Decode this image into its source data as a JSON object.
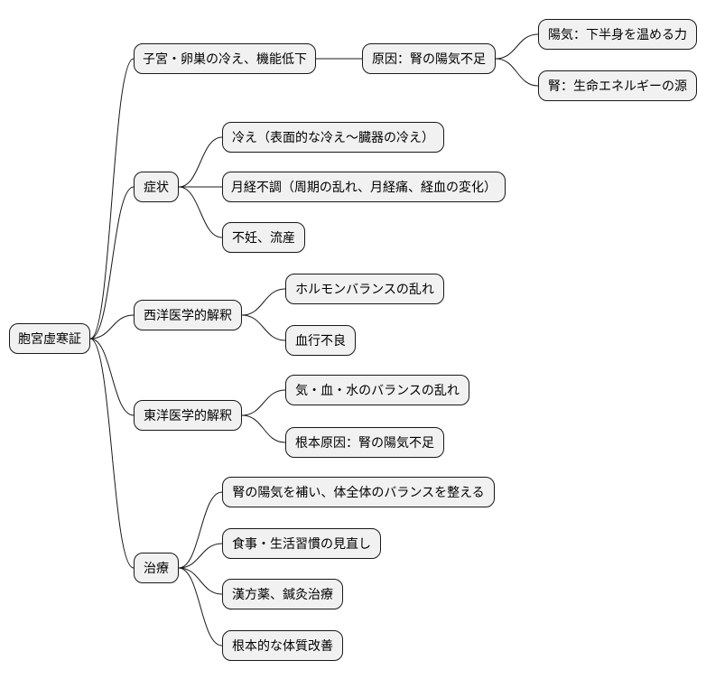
{
  "colors": {
    "node_fill": "#f1f1f1",
    "node_border": "#181818",
    "edge": "#181818",
    "text": "#000000",
    "background": "#ffffff"
  },
  "mindmap": {
    "root": "胞宮虚寒証",
    "branches": [
      {
        "label": "子宮・卵巣の冷え、機能低下",
        "children": [
          {
            "label": "原因：腎の陽気不足",
            "children": [
              "陽気：下半身を温める力",
              "腎：生命エネルギーの源"
            ]
          }
        ]
      },
      {
        "label": "症状",
        "children": [
          "冷え（表面的な冷え～臓器の冷え）",
          "月経不調（周期の乱れ、月経痛、経血の変化）",
          "不妊、流産"
        ]
      },
      {
        "label": "西洋医学的解釈",
        "children": [
          "ホルモンバランスの乱れ",
          "血行不良"
        ]
      },
      {
        "label": "東洋医学的解釈",
        "children": [
          "気・血・水のバランスの乱れ",
          "根本原因：腎の陽気不足"
        ]
      },
      {
        "label": "治療",
        "children": [
          "腎の陽気を補い、体全体のバランスを整える",
          "食事・生活習慣の見直し",
          "漢方薬、鍼灸治療",
          "根本的な体質改善"
        ]
      }
    ]
  }
}
